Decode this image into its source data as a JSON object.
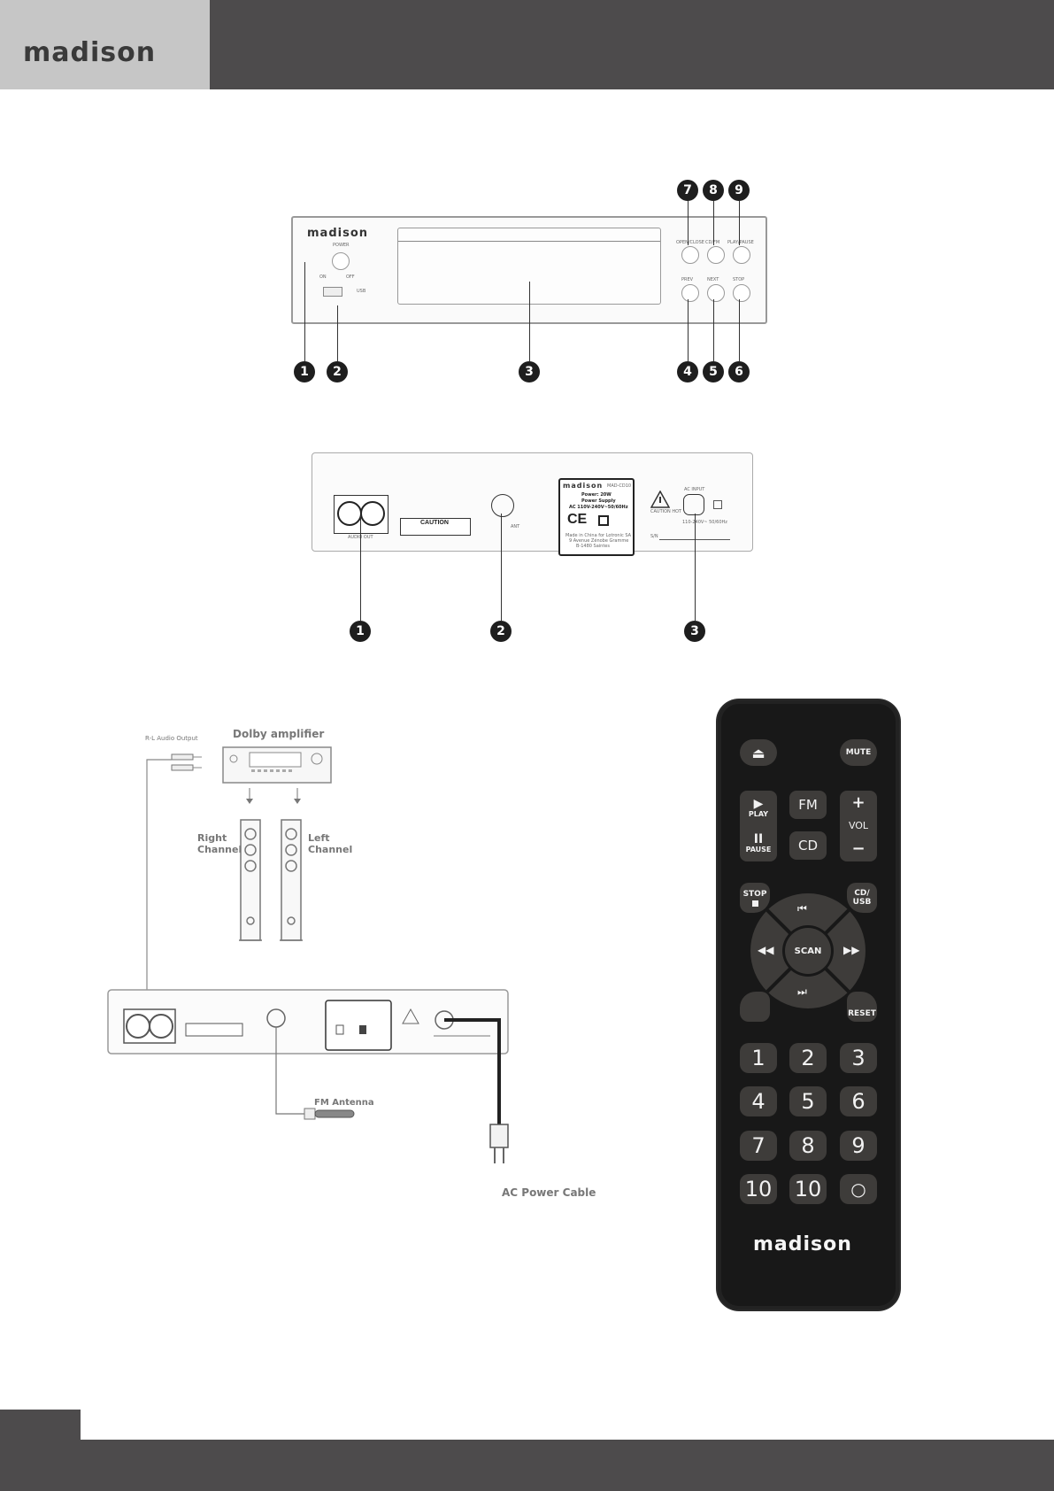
{
  "header": {
    "brand": "madison"
  },
  "front_panel": {
    "brand": "madison",
    "callouts_top": [
      "7",
      "8",
      "9"
    ],
    "callouts_bottom": [
      "1",
      "2",
      "3",
      "4",
      "5",
      "6"
    ],
    "labels": {
      "power": "POWER",
      "on": "ON",
      "off": "OFF",
      "usb": "USB",
      "open_close": "OPEN/CLOSE",
      "cd_fm": "CD/FM",
      "play_pause": "PLAY/PAUSE",
      "prev": "PREV",
      "next": "NEXT",
      "stop": "STOP"
    }
  },
  "back_panel": {
    "brand": "madison",
    "callouts": [
      "1",
      "2",
      "3"
    ],
    "audio_out": "AUDIO OUT",
    "caution": "CAUTION",
    "fm_ant": "ANT",
    "spec_model": "MAD-CD10",
    "spec_power": "Power: 20W",
    "spec_supply": "Power Supply",
    "spec_ac": "AC 110V-240V~50/60Hz",
    "ce": "CE",
    "made_in_line1": "Made in China for Lotronic SA",
    "made_in_line2": "9 Avenue Zénobe Gramme",
    "made_in_line3": "B-1480 Saintes",
    "caution_hot": "CAUTION HOT",
    "ac_input": "AC INPUT",
    "ac_range": "110-240V~ 50/60Hz",
    "sn": "S/N"
  },
  "connection_diagram": {
    "rl_audio_output": "R-L Audio Output",
    "dolby_amplifier": "Dolby amplifier",
    "right_channel": "Right Channel",
    "left_channel": "Left Channel",
    "fm_antenna": "FM Antenna",
    "ac_power_cable": "AC Power Cable"
  },
  "remote": {
    "eject": "⏏",
    "mute": "MUTE",
    "play_symbol": "▶",
    "play": "PLAY",
    "pause_symbol": "II",
    "pause": "PAUSE",
    "fm": "FM",
    "cd": "CD",
    "vol_plus": "+",
    "vol": "VOL",
    "vol_minus": "−",
    "stop": "STOP",
    "cd_usb": "CD/ USB",
    "prev": "⏮",
    "rewind": "◀◀",
    "scan": "SCAN",
    "forward": "▶▶",
    "next": "⏭",
    "reset": "RESET",
    "keys": [
      "1",
      "2",
      "3",
      "4",
      "5",
      "6",
      "7",
      "8",
      "9",
      "10",
      "10",
      "○"
    ],
    "brand": "madison"
  }
}
